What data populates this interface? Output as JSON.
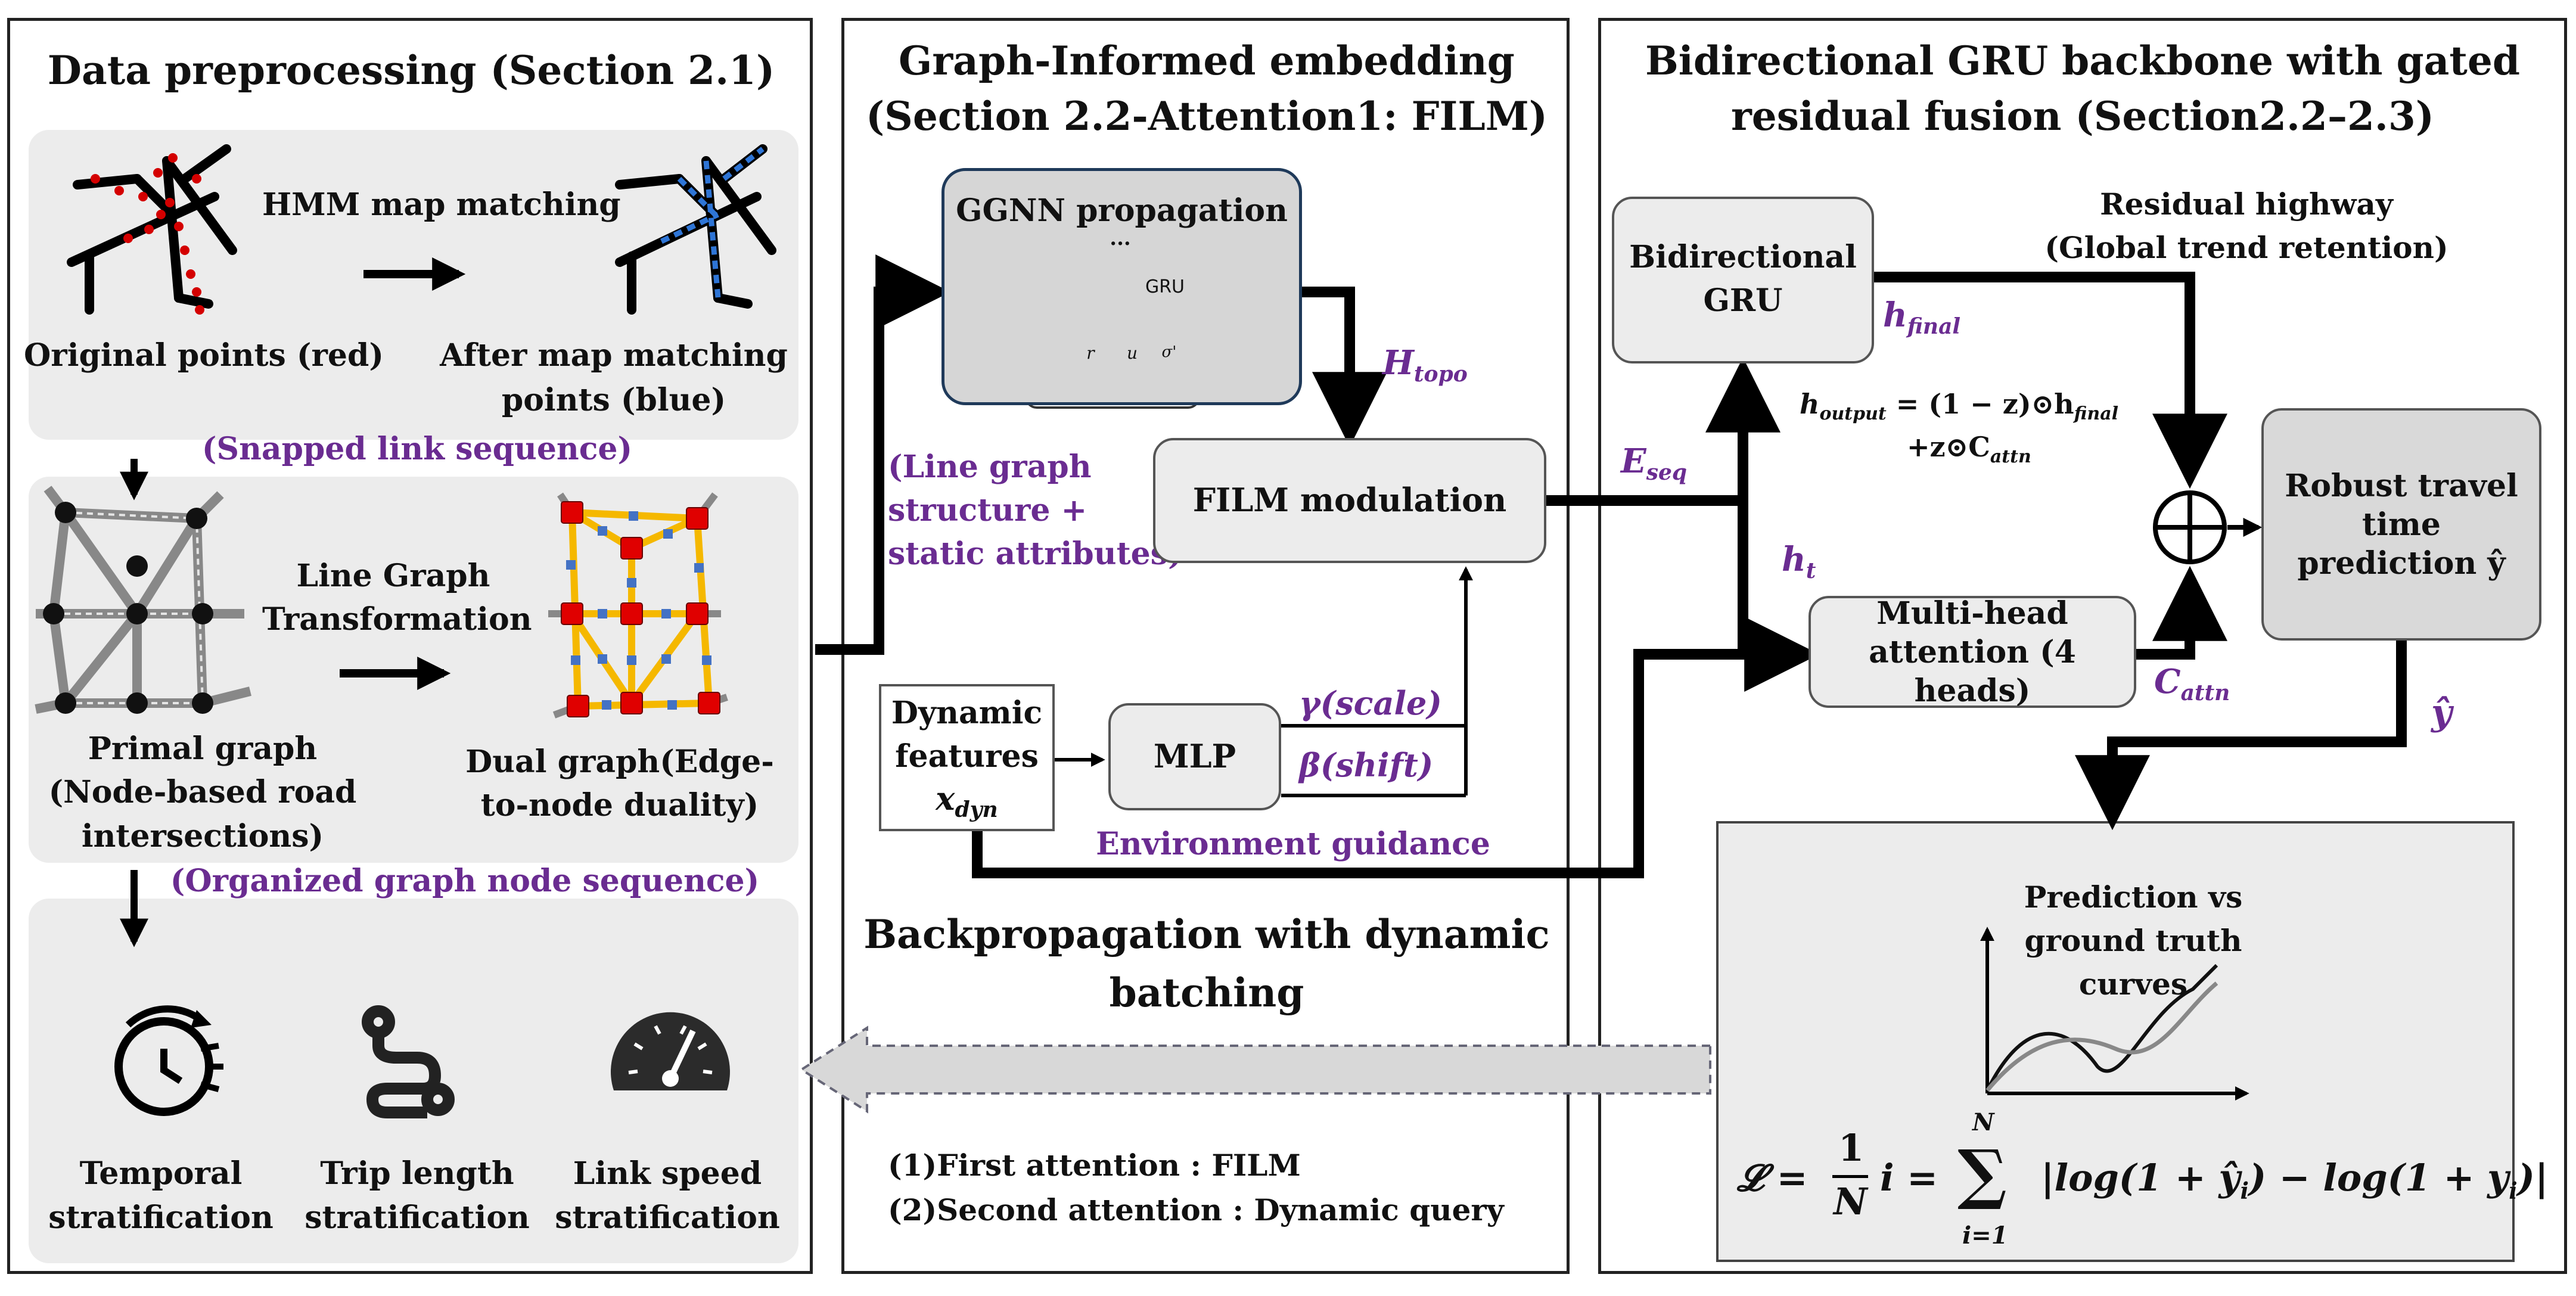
{
  "panels": {
    "left_title": "Data preprocessing (Section 2.1)",
    "mid_title_1": "Graph-Informed embedding",
    "mid_title_2": "(Section 2.2-Attention1: FILM)",
    "right_title_1": "Bidirectional GRU backbone with gated",
    "right_title_2": "residual fusion (Section2.2–2.3)"
  },
  "left": {
    "hmm": "HMM map matching",
    "original_points": "Original points (red)",
    "after_1": "After map matching",
    "after_2": "points (blue)",
    "snapped": "(Snapped link sequence)",
    "line_graph_1": "Line Graph",
    "line_graph_2": "Transformation",
    "primal_1": "Primal graph",
    "primal_2": "(Node-based road",
    "primal_3": "intersections)",
    "dual_1": "Dual graph(Edge-",
    "dual_2": "to-node duality)",
    "organized": "(Organized graph node sequence)",
    "temporal_1": "Temporal",
    "temporal_2": "stratification",
    "trip_1": "Trip length",
    "trip_2": "stratification",
    "speed_1": "Link speed",
    "speed_2": "stratification"
  },
  "middle": {
    "ggnn": "GGNN propagation",
    "ggnn_dots": "...",
    "gru_label": "GRU",
    "gate_r": "r",
    "gate_u": "u",
    "gate_s": "σ'",
    "h_topo": "H",
    "h_topo_sub": "topo",
    "line_graph_1": "(Line graph",
    "line_graph_2": "structure +",
    "line_graph_3": "static attributes)",
    "film": "FILM modulation",
    "dyn_1": "Dynamic",
    "dyn_2": "features",
    "dyn_x": "x",
    "dyn_sub": "dyn",
    "mlp": "MLP",
    "gamma": "γ(scale)",
    "beta": "β(shift)",
    "env": "Environment guidance",
    "backprop_1": "Backpropagation with dynamic",
    "backprop_2": "batching",
    "note_1": "(1)First attention : FILM",
    "note_2": "(2)Second attention : Dynamic query"
  },
  "right": {
    "bigru_1": "Bidirectional",
    "bigru_2": "GRU",
    "h_final": "h",
    "h_final_sub": "final",
    "residual_1": "Residual highway",
    "residual_2": "(Global trend retention)",
    "eq_1_lhs": "h",
    "eq_1_lhs_sub": "output",
    "eq_1_rhs": "= (1 − z)⊙h",
    "eq_1_rhs_sub": "final",
    "eq_2": "+z⊙C",
    "eq_2_sub": "attn",
    "e_seq": "E",
    "e_seq_sub": "seq",
    "h_t": "h",
    "h_t_sub": "t",
    "mha_1": "Multi-head",
    "mha_2": "attention (4 heads)",
    "c_attn": "C",
    "c_attn_sub": "attn",
    "oplus": "⊕",
    "robust_1": "Robust travel",
    "robust_2": "time",
    "robust_3": "prediction ŷ",
    "y_hat": "ŷ",
    "pred_1": "Prediction vs",
    "pred_2": "ground truth",
    "pred_3": "curves",
    "loss_lhs": "𝓛 =",
    "loss_frac_top": "1",
    "loss_frac_bot": "N",
    "loss_i": "i =",
    "loss_sum": "∑",
    "loss_sum_top": "N",
    "loss_sum_bot": "i=1",
    "loss_body": "|log(1 + ŷ",
    "loss_body_2": ") − log(1 + y",
    "loss_body_3": ")|",
    "loss_sub_i": "i"
  },
  "colors": {
    "purple": "#6a2c91",
    "red_node": "#ff0000",
    "yellow_edge": "#f5b800",
    "blue_node": "#4472c4",
    "panel_gray": "#ececec"
  }
}
